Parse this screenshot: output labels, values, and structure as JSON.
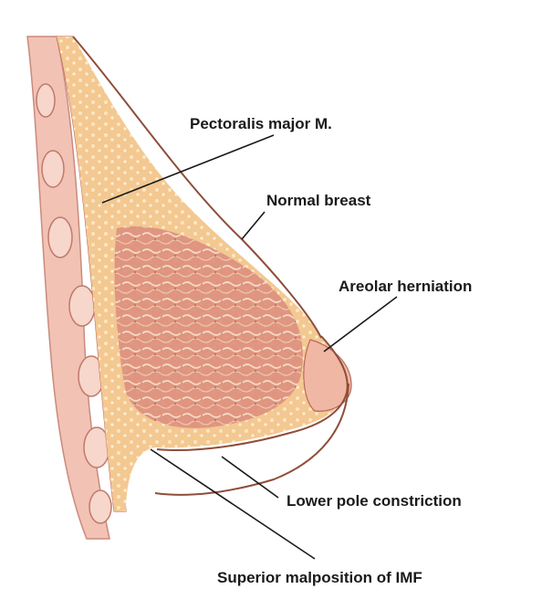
{
  "diagram": {
    "labels": {
      "pectoralis": "Pectoralis major M.",
      "normal_breast": "Normal breast",
      "areolar_herniation": "Areolar herniation",
      "lower_pole_constriction": "Lower pole constriction",
      "superior_malposition": "Superior malposition of IMF"
    },
    "colors": {
      "fat": "#f3c891",
      "gland": "#dd8f7e",
      "muscle": "#d9746a",
      "rib_wall": "#f2c2b5",
      "outline": "#8e4e3a",
      "leader": "#1a1a1a"
    }
  }
}
